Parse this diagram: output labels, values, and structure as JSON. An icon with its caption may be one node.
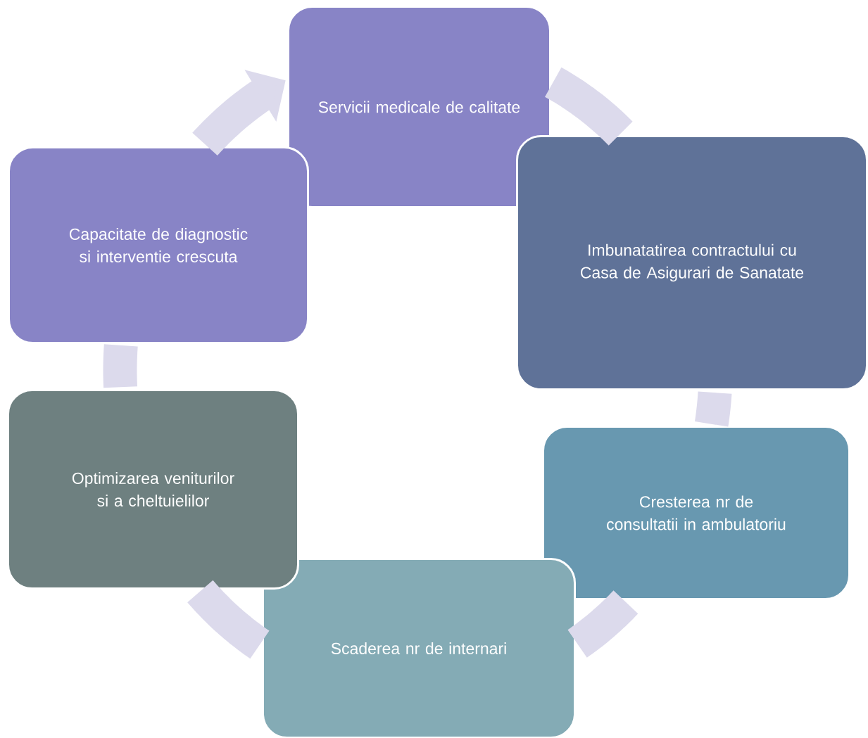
{
  "diagram": {
    "nodes": [
      {
        "text": [
          "Servicii medicale de calitate"
        ]
      },
      {
        "text": [
          "Imbunatatirea contractului cu Casa de Asigurari de Sanatate"
        ]
      },
      {
        "text": [
          "Cresterea nr de consultatii in ambulatoriu"
        ]
      },
      {
        "text": [
          "Scaderea nr de internari"
        ]
      },
      {
        "text": [
          "Optimizarea veniturilor si a cheltuielilor"
        ]
      },
      {
        "text": [
          "Capacitate de diagnostic si interventie crescuta"
        ]
      }
    ],
    "edges": [
      {
        "from": 0,
        "to": 1,
        "arrow": "none"
      },
      {
        "from": 1,
        "to": 2,
        "arrow": "none"
      },
      {
        "from": 2,
        "to": 3,
        "arrow": "none"
      },
      {
        "from": 3,
        "to": 4,
        "arrow": "none"
      },
      {
        "from": 4,
        "to": 5,
        "arrow": "none"
      },
      {
        "from": 5,
        "to": 0,
        "arrow": "to"
      }
    ]
  }
}
